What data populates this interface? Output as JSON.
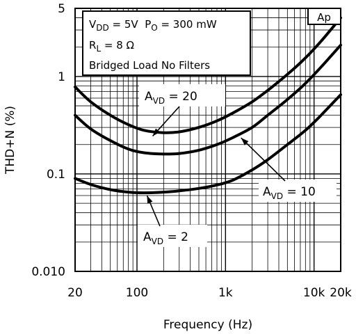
{
  "chart_data": {
    "type": "line",
    "title": "",
    "xlabel": "Frequency (Hz)",
    "ylabel": "THD+N (%)",
    "x_scale": "log",
    "y_scale": "log",
    "xlim": [
      20,
      20000
    ],
    "ylim": [
      0.01,
      5
    ],
    "grid": true,
    "x_ticks": [
      {
        "value": 20,
        "label": "20"
      },
      {
        "value": 100,
        "label": "100"
      },
      {
        "value": 1000,
        "label": "1k"
      },
      {
        "value": 10000,
        "label": "10k"
      },
      {
        "value": 20000,
        "label": "20k"
      }
    ],
    "y_ticks": [
      {
        "value": 0.01,
        "label": "0.010"
      },
      {
        "value": 0.1,
        "label": "0.1"
      },
      {
        "value": 1,
        "label": "1"
      },
      {
        "value": 5,
        "label": "5"
      }
    ],
    "info_box": {
      "line1": {
        "v_main": "V",
        "v_sub": "DD",
        "v_rest": " = 5V  P",
        "p_sub": "O",
        "p_rest": " = 300 mW"
      },
      "line2": {
        "main": "R",
        "sub": "L",
        "rest": " = 8 Ω"
      },
      "line3": "Bridged Load No Filters"
    },
    "corner_label": "Ap",
    "series": [
      {
        "annotation": {
          "main": "A",
          "sub": "VD",
          "rest": " = 20"
        },
        "x": [
          20,
          30,
          50,
          80,
          120,
          200,
          300,
          500,
          800,
          1200,
          2000,
          3000,
          5000,
          8000,
          12000,
          20000
        ],
        "y": [
          0.78,
          0.55,
          0.4,
          0.32,
          0.28,
          0.265,
          0.27,
          0.3,
          0.35,
          0.42,
          0.55,
          0.72,
          1.05,
          1.55,
          2.3,
          4.0
        ]
      },
      {
        "annotation": {
          "main": "A",
          "sub": "VD",
          "rest": " = 10"
        },
        "x": [
          20,
          30,
          50,
          80,
          120,
          200,
          300,
          500,
          800,
          1200,
          2000,
          3000,
          5000,
          8000,
          12000,
          20000
        ],
        "y": [
          0.4,
          0.29,
          0.22,
          0.18,
          0.165,
          0.16,
          0.162,
          0.175,
          0.2,
          0.235,
          0.3,
          0.4,
          0.58,
          0.85,
          1.25,
          2.1
        ]
      },
      {
        "annotation": {
          "main": "A",
          "sub": "VD",
          "rest": " = 2"
        },
        "x": [
          20,
          30,
          50,
          80,
          120,
          200,
          300,
          500,
          800,
          1200,
          2000,
          3000,
          5000,
          8000,
          12000,
          20000
        ],
        "y": [
          0.09,
          0.078,
          0.069,
          0.065,
          0.064,
          0.065,
          0.067,
          0.071,
          0.077,
          0.086,
          0.11,
          0.14,
          0.2,
          0.28,
          0.4,
          0.65
        ]
      }
    ]
  }
}
